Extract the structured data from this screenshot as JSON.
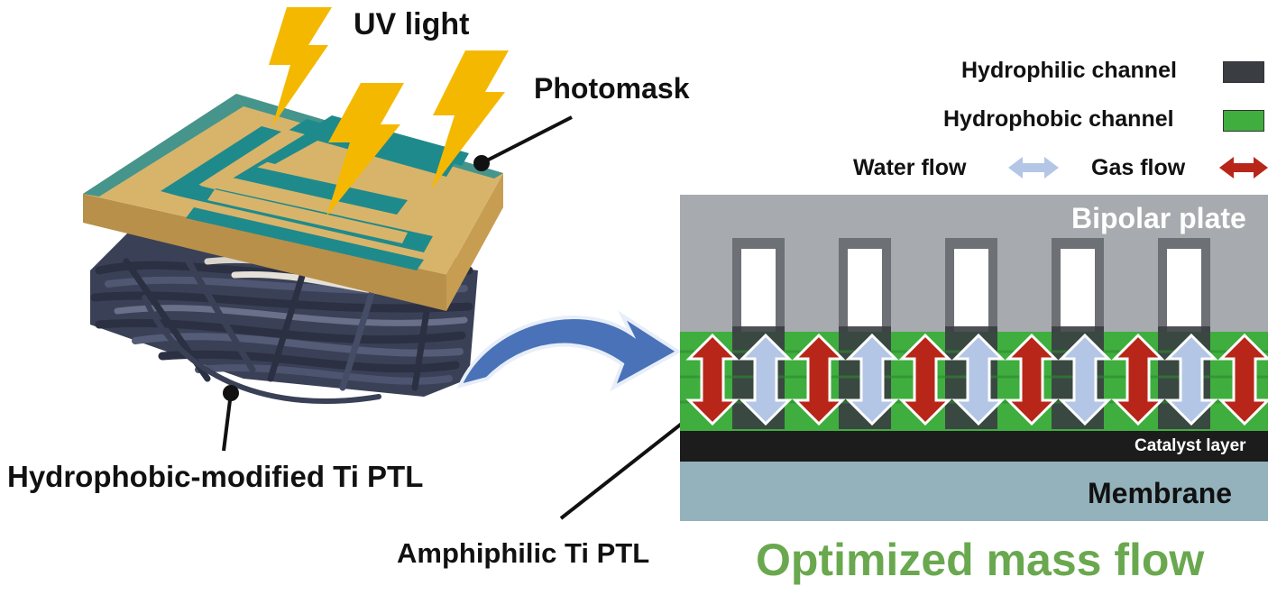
{
  "labels": {
    "uv_light": "UV light",
    "photomask": "Photomask",
    "hydrophobic_ptl": "Hydrophobic-modified Ti PTL",
    "amphiphilic_ptl": "Amphiphilic Ti PTL",
    "optimized": "Optimized mass flow"
  },
  "legend": {
    "hydrophilic": "Hydrophilic channel",
    "hydrophobic": "Hydrophobic channel",
    "water": "Water flow",
    "gas": "Gas flow"
  },
  "layers": {
    "bipolar": "Bipolar plate",
    "catalyst": "Catalyst layer",
    "membrane": "Membrane"
  },
  "colors": {
    "uv": "#f5b800",
    "mask_gold": "#d8b46a",
    "mask_teal": "#1f8a8c",
    "fiber": "#3c4258",
    "arrow_blue": "#4a72b8",
    "hydrophilic": "#3a3d42",
    "hydrophobic": "#3fae3f",
    "water_arrow": "#b4c6e6",
    "gas_arrow": "#b8261a",
    "plate": "#a7aaae",
    "catalyst": "#1c1c1c",
    "membrane": "#94b2bb",
    "optimized_text": "#6aa84f"
  },
  "icons": [
    "uv-bolt-icon",
    "curved-arrow-icon",
    "water-arrow-icon",
    "gas-arrow-icon"
  ]
}
